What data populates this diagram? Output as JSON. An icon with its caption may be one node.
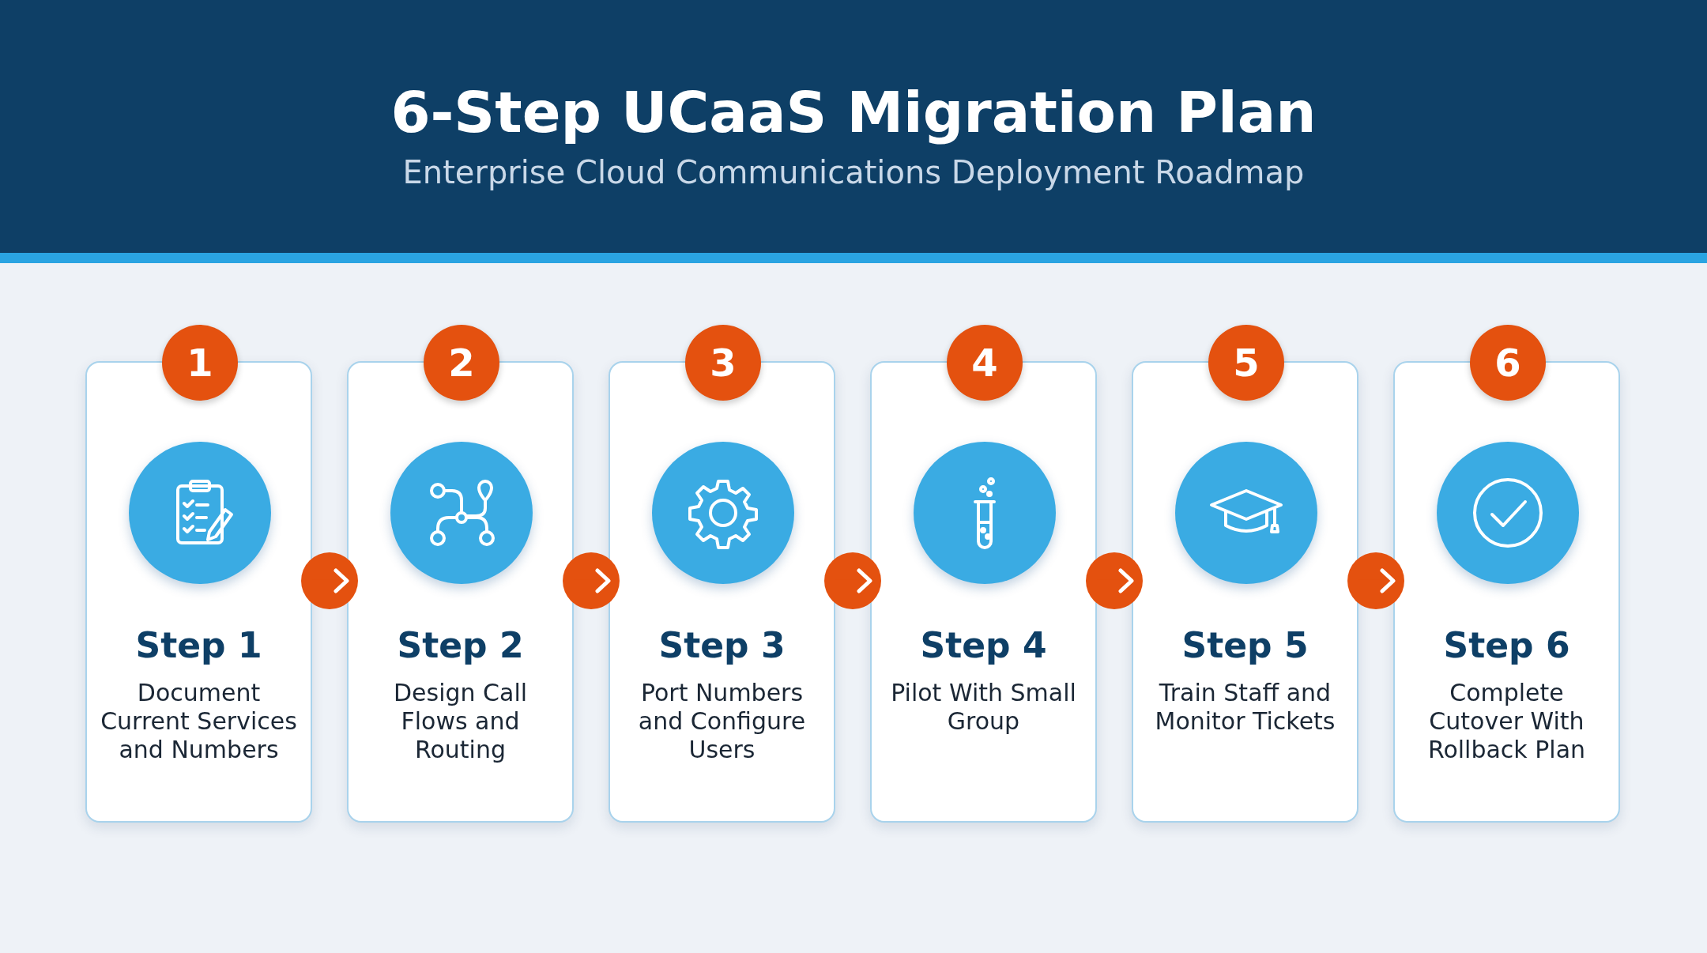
{
  "diagram": {
    "title": "6-Step UCaaS Migration Plan",
    "labels": [
      "Enterprise Cloud Communications Deployment Roadmap"
    ],
    "nodes": [
      {
        "text": [
          "1",
          "Step 1",
          "Document Current Services and Numbers"
        ]
      },
      {
        "text": [
          "2",
          "Step 2",
          "Design Call Flows and Routing"
        ]
      },
      {
        "text": [
          "3",
          "Step 3",
          "Port Numbers and Configure Users"
        ]
      },
      {
        "text": [
          "4",
          "Step 4",
          "Pilot With Small Group"
        ]
      },
      {
        "text": [
          "5",
          "Step 5",
          "Train Staff and Monitor Tickets"
        ]
      },
      {
        "text": [
          "6",
          "Step 6",
          "Complete Cutover With Rollback Plan"
        ]
      }
    ],
    "edges": [
      {
        "from": 0,
        "to": 1,
        "arrow": "to"
      },
      {
        "from": 1,
        "to": 2,
        "arrow": "to"
      },
      {
        "from": 2,
        "to": 3,
        "arrow": "to"
      },
      {
        "from": 3,
        "to": 4,
        "arrow": "to"
      },
      {
        "from": 4,
        "to": 5,
        "arrow": "to"
      }
    ]
  }
}
